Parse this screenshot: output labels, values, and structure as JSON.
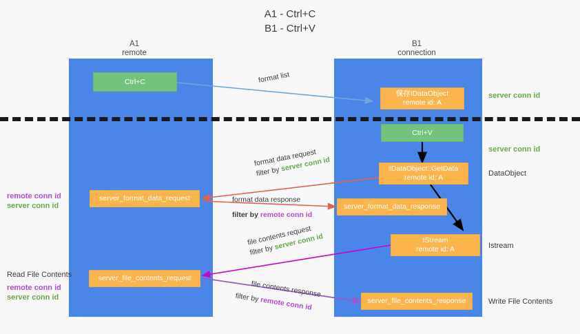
{
  "title": {
    "line1": "A1 - Ctrl+C",
    "line2": "B1 - Ctrl+V"
  },
  "lanes": [
    {
      "name": "A1",
      "sub": "remote"
    },
    {
      "name": "B1",
      "sub": "connection"
    }
  ],
  "nodes": {
    "ctrl_c": {
      "label": "Ctrl+C",
      "color": "#74c37d"
    },
    "save_dataobj": {
      "line1": "保存IDataObject",
      "line2": "remote id: A",
      "color": "#fcb44d"
    },
    "ctrl_v": {
      "label": "Ctrl+V",
      "color": "#74c37d"
    },
    "getdata": {
      "line1": "IDataObject::GetData",
      "line2": "remote id: A",
      "color": "#fcb44d"
    },
    "istream": {
      "line1": "IStream",
      "line2": "remote id: A",
      "color": "#fcb44d"
    },
    "fmt_req": {
      "label": "server_format_data_request",
      "color": "#fcb44d"
    },
    "fmt_resp": {
      "label": "server_format_data_response",
      "color": "#fcb44d"
    },
    "file_req": {
      "label": "server_file_contents_request",
      "color": "#fcb44d"
    },
    "file_resp": {
      "label": "server_file_contents_response",
      "color": "#fcb44d"
    }
  },
  "edges": {
    "format_list": {
      "text": "format list"
    },
    "fmt_data_req": {
      "line1": "format data request",
      "filter_prefix": "filter by ",
      "filter_id": "server conn id"
    },
    "fmt_data_resp": {
      "line1": "format data response",
      "filter_prefix": "filter by ",
      "filter_id": "remote conn id"
    },
    "file_contents_req": {
      "line1": "file contents request",
      "filter_prefix": "filter by ",
      "filter_id": "server conn id"
    },
    "file_contents_resp": {
      "line1": "file contents response",
      "filter_prefix": "filter by ",
      "filter_id": "remote conn id"
    }
  },
  "annotations": {
    "right_server_conn_1": "server conn id",
    "right_server_conn_2": "server conn id",
    "right_dataobject": "DataObject",
    "right_istream": "Istream",
    "right_write_file": "Write File Contents",
    "left_read_file": "Read File Contents",
    "left_pair_1": {
      "remote": "remote conn id",
      "server": "server conn id"
    },
    "left_pair_2": {
      "remote": "remote conn id",
      "server": "server conn id"
    }
  },
  "colors": {
    "lane": "#4a86e8",
    "green_node": "#74c37d",
    "orange_node": "#fcb44d",
    "server_conn_id": "#6aa84f",
    "remote_conn_id": "#b14bd6",
    "red_arrow": "#e8604c",
    "blue_arrow": "#6fa8dc",
    "magenta_arrow": "#cc00cc",
    "purple_arrow": "#9b59d0",
    "black_arrow": "#000000",
    "background": "#f8f8f8"
  }
}
